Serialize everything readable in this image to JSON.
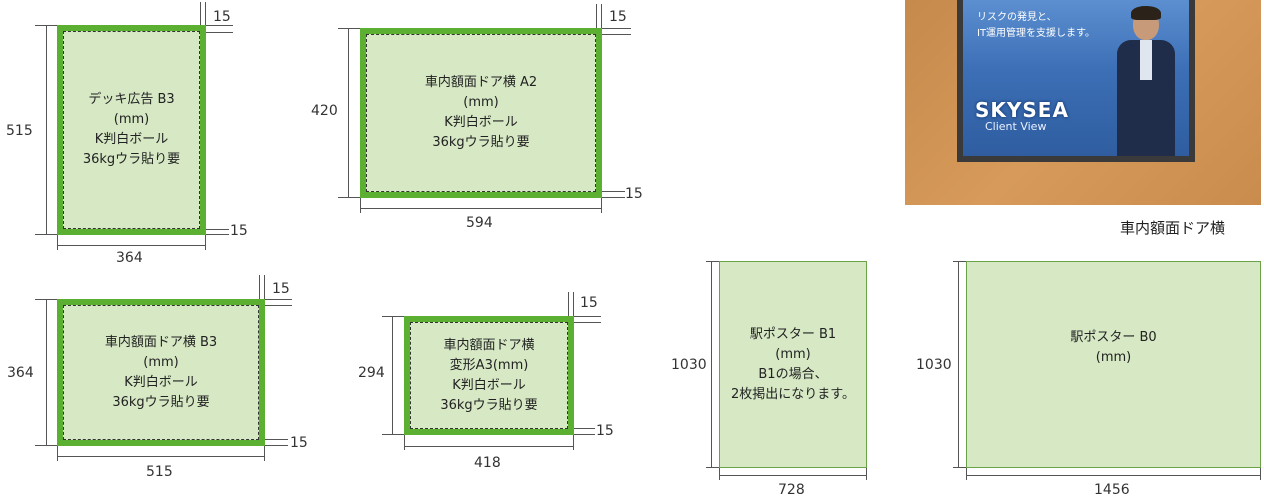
{
  "diagrams": [
    {
      "size_h": "515",
      "size_w": "364",
      "margin_top": "15",
      "margin_right": "15",
      "lines": [
        "デッキ広告 B3",
        "(mm)",
        "K判白ボール",
        "36kgウラ貼り要"
      ]
    },
    {
      "size_h": "420",
      "size_w": "594",
      "margin_top": "15",
      "margin_right": "15",
      "lines": [
        "車内額面ドア横 A2",
        "(mm)",
        "K判白ボール",
        "36kgウラ貼り要"
      ]
    },
    {
      "size_h": "364",
      "size_w": "515",
      "margin_top": "15",
      "margin_right": "15",
      "lines": [
        "車内額面ドア横 B3",
        "(mm)",
        "K判白ボール",
        "36kgウラ貼り要"
      ]
    },
    {
      "size_h": "294",
      "size_w": "418",
      "margin_top": "15",
      "margin_right": "15",
      "lines": [
        "車内額面ドア横",
        "変形A3(mm)",
        "K判白ボール",
        "36kgウラ貼り要"
      ]
    },
    {
      "size_h": "1030",
      "size_w": "728",
      "lines": [
        "駅ポスター B1",
        "(mm)",
        "B1の場合、",
        "2枚掲出になります。"
      ]
    },
    {
      "size_h": "1030",
      "size_w": "1456",
      "lines": [
        "駅ポスター B0",
        "(mm)"
      ]
    }
  ],
  "photo": {
    "caption": "車内額面ドア横",
    "poster_lines": [
      "リスクの発見と、",
      "IT運用管理を支援します。"
    ],
    "logo": "SKYSEA",
    "logo_sub": "Client View"
  }
}
